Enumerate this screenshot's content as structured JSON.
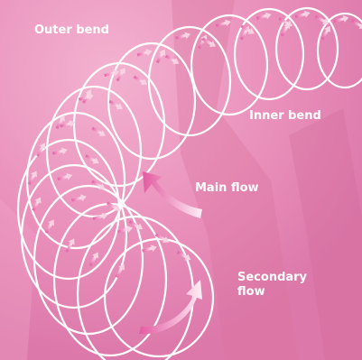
{
  "labels": {
    "outer_bend": "Outer bend",
    "inner_bend": "Inner bend",
    "main_flow": "Main flow",
    "secondary_flow": "Secondary flow"
  },
  "colors": {
    "background": "#e78ab6",
    "background_light": "#f2a9cb",
    "background_dark": "#d46a9e",
    "ring": "#ffffff",
    "arrow": "#f7d2e3",
    "arrow_tail": "#e25aa0"
  },
  "meta": {
    "cross_section_count": 15
  }
}
